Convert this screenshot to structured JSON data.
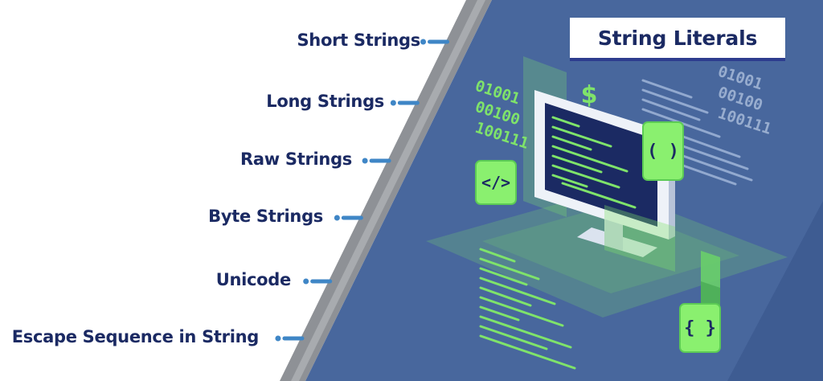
{
  "title": "String Literals",
  "items": [
    {
      "label": "Short Strings"
    },
    {
      "label": "Long Strings"
    },
    {
      "label": "Raw Strings"
    },
    {
      "label": "Byte Strings"
    },
    {
      "label": "Unicode"
    },
    {
      "label": "Escape Sequence in String"
    }
  ],
  "illustration": {
    "binary_left": [
      "01001",
      "00100",
      "100111"
    ],
    "binary_right": [
      "01001",
      "00100",
      "100111"
    ],
    "dollar": "$",
    "html_tag": "</>",
    "parens": "( )",
    "braces": "{ }"
  },
  "colors": {
    "panel": "#48679d",
    "stripe": "#8c8f94",
    "label_text": "#1b2a63",
    "bullet": "#3f86c6",
    "accent_green": "#7fe36a"
  }
}
